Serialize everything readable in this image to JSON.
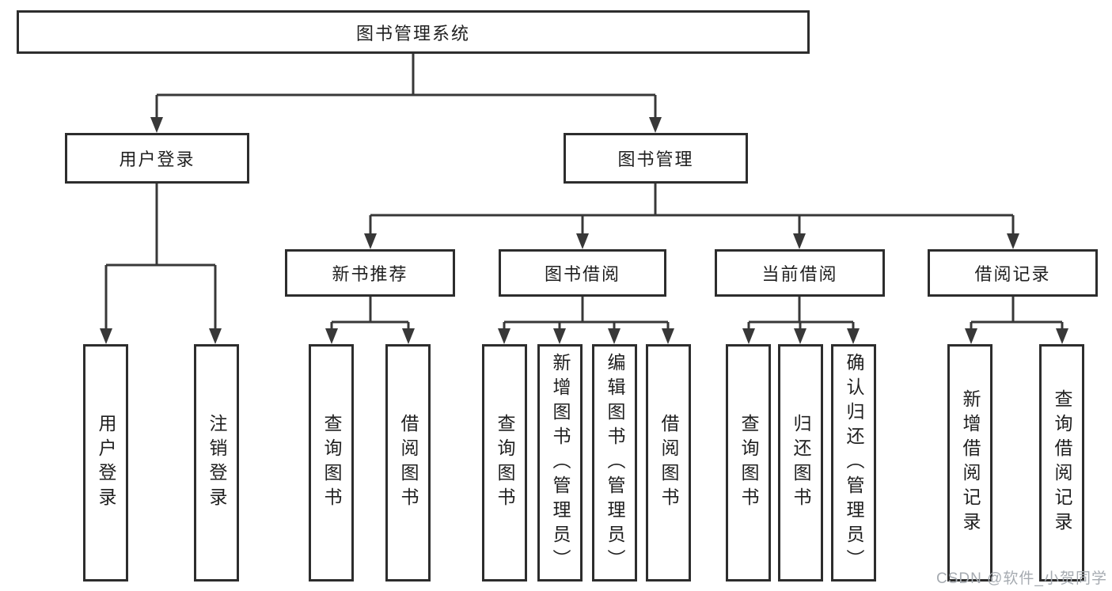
{
  "tree": {
    "label": "图书管理系统",
    "children": [
      {
        "label": "用户登录",
        "children": [
          {
            "label": "用户登录"
          },
          {
            "label": "注销登录"
          }
        ]
      },
      {
        "label": "图书管理",
        "children": [
          {
            "label": "新书推荐",
            "children": [
              {
                "label": "查询图书"
              },
              {
                "label": "借阅图书"
              }
            ]
          },
          {
            "label": "图书借阅",
            "children": [
              {
                "label": "查询图书"
              },
              {
                "label": "新增图书（管理员）"
              },
              {
                "label": "编辑图书（管理员）"
              },
              {
                "label": "借阅图书"
              }
            ]
          },
          {
            "label": "当前借阅",
            "children": [
              {
                "label": "查询图书"
              },
              {
                "label": "归还图书"
              },
              {
                "label": "确认归还（管理员）"
              }
            ]
          },
          {
            "label": "借阅记录",
            "children": [
              {
                "label": "新增借阅记录"
              },
              {
                "label": "查询借阅记录"
              }
            ]
          }
        ]
      }
    ]
  },
  "watermark": "CSDN @软件_小贺同学",
  "colors": {
    "line": "#383838",
    "border": "#2d2d2d",
    "text": "#1f1f1f",
    "watermark": "#a6abb1"
  }
}
